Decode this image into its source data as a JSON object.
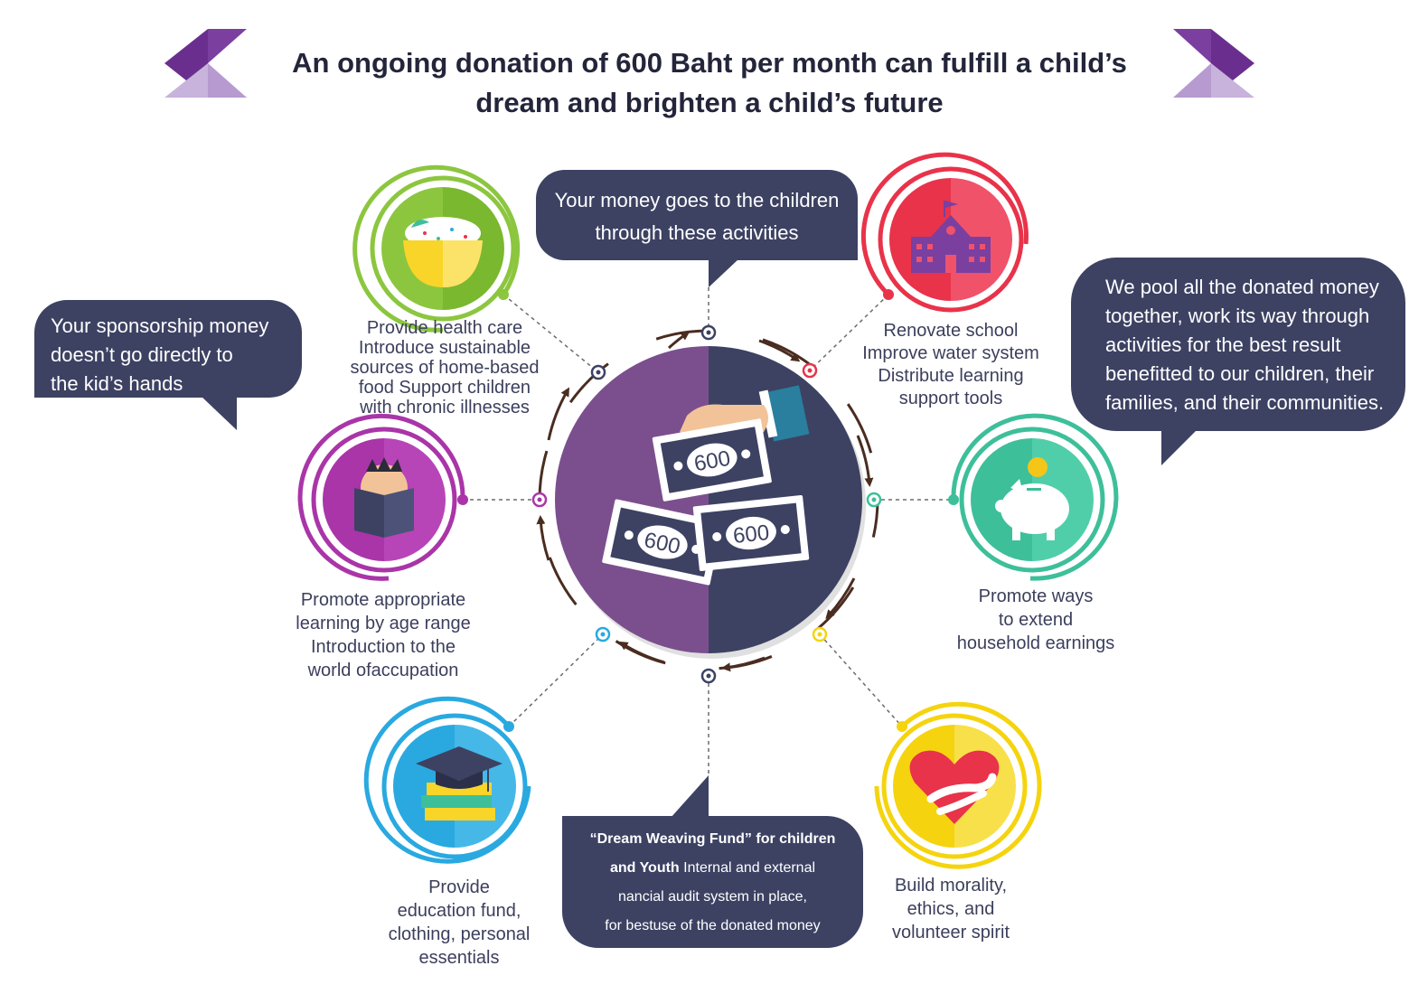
{
  "title": {
    "line1": "An ongoing donation of 600 Baht per month can fulfill a child’s",
    "line2": "dream and brighten a child’s future"
  },
  "bubbles": {
    "top": {
      "line1": "Your money goes to the children",
      "line2": "through these activities"
    },
    "left": {
      "line1": "Your sponsorship money",
      "line2": "doesn’t go directly to",
      "line3": "the kid’s hands"
    },
    "right": {
      "line1": "We pool all the donated money",
      "line2": "together, work its way through",
      "line3": "activities for the best result",
      "line4": "benefitted to our children, their",
      "line5": "families, and their communities."
    },
    "bottom": {
      "bold1": "“Dream Weaving Fund” for children",
      "bold2": "and Youth",
      "text2": " Internal and external",
      "line3": "nancial audit system in place,",
      "line4": "for bestuse of  the donated money"
    }
  },
  "activities": {
    "food": {
      "icon": "food-bowl-icon",
      "color": "#8cc63f",
      "lines": [
        "Provide health care",
        "Introduce sustainable",
        "sources of home-based",
        "food Support children",
        "with chronic illnesses"
      ]
    },
    "school": {
      "icon": "school-building-icon",
      "color": "#e8334a",
      "lines": [
        "Renovate school",
        "Improve water system",
        "Distribute learning",
        "support tools"
      ]
    },
    "learning": {
      "icon": "child-reading-icon",
      "color": "#a935a8",
      "lines": [
        "Promote appropriate",
        "learning by age range",
        "Introduction to the",
        "world ofaccupation"
      ]
    },
    "earnings": {
      "icon": "piggy-bank-icon",
      "color": "#3dbf9a",
      "lines": [
        "Promote ways",
        "to extend",
        "household earnings"
      ]
    },
    "education": {
      "icon": "graduation-cap-icon",
      "color": "#29a9e0",
      "lines": [
        "Provide",
        "education fund,",
        "clothing, personal",
        "essentials"
      ]
    },
    "morality": {
      "icon": "heart-hug-icon",
      "color": "#f5d40f",
      "lines": [
        "Build morality,",
        "ethics, and",
        "volunteer spirit"
      ]
    }
  },
  "center": {
    "icon": "money-hand-icon",
    "note_value": "600",
    "left_color": "#7b4f8e",
    "right_color": "#3d4263"
  },
  "colors": {
    "bubble": "#3d4263",
    "arrow": "#4a2c20",
    "title": "#23253a",
    "accent_purple": "#7b3fa0"
  }
}
